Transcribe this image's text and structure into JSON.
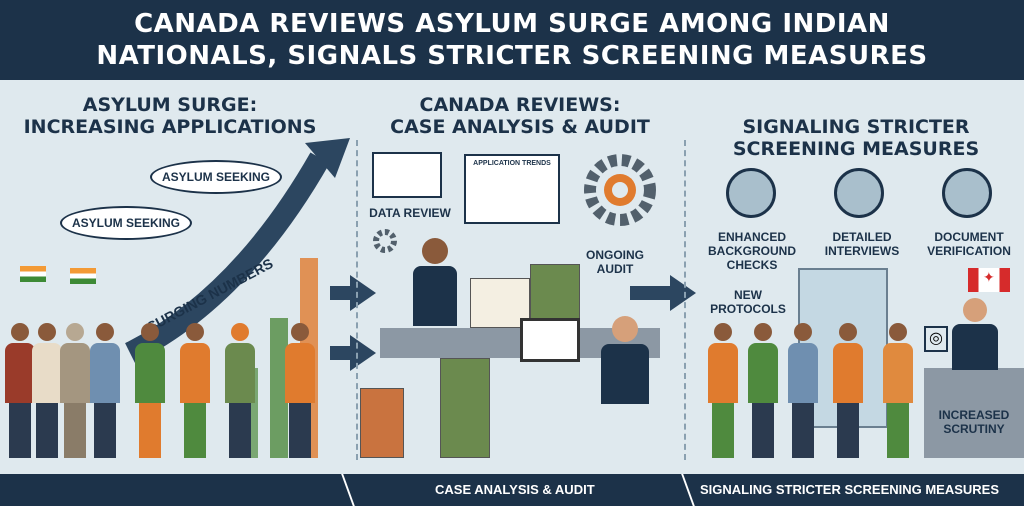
{
  "title": {
    "line1": "CANADA REVIEWS ASYLUM SURGE AMONG INDIAN",
    "line2": "NATIONALS, SIGNALS STRICTER SCREENING MEASURES"
  },
  "panels": [
    {
      "heading1": "ASYLUM SURGE:",
      "heading2": "INCREASING APPLICATIONS",
      "bubbles": [
        "ASYLUM SEEKING",
        "ASYLUM SEEKING"
      ],
      "arrow_label": "SURGING NUMBERS"
    },
    {
      "heading1": "CANADA REVIEWS:",
      "heading2": "CASE ANALYSIS & AUDIT",
      "labels": {
        "data_review": "DATA REVIEW",
        "trends": "APPLICATION TRENDS",
        "audit": "ONGOING AUDIT"
      }
    },
    {
      "heading1": "SIGNALING STRICTER",
      "heading2": "SCREENING MEASURES",
      "measures": [
        "ENHANCED BACKGROUND CHECKS",
        "DETAILED INTERVIEWS",
        "DOCUMENT VERIFICATION"
      ],
      "protocols": "NEW PROTOCOLS",
      "scrutiny": "INCREASED SCRUTINY"
    }
  ],
  "footer": {
    "step2": "CASE ANALYSIS & AUDIT",
    "step3": "SIGNALING STRICTER SCREENING MEASURES"
  },
  "colors": {
    "navy": "#1c3249",
    "bg": "#dfe9ee",
    "orange": "#e07b2e",
    "green": "#4f8a3e"
  }
}
